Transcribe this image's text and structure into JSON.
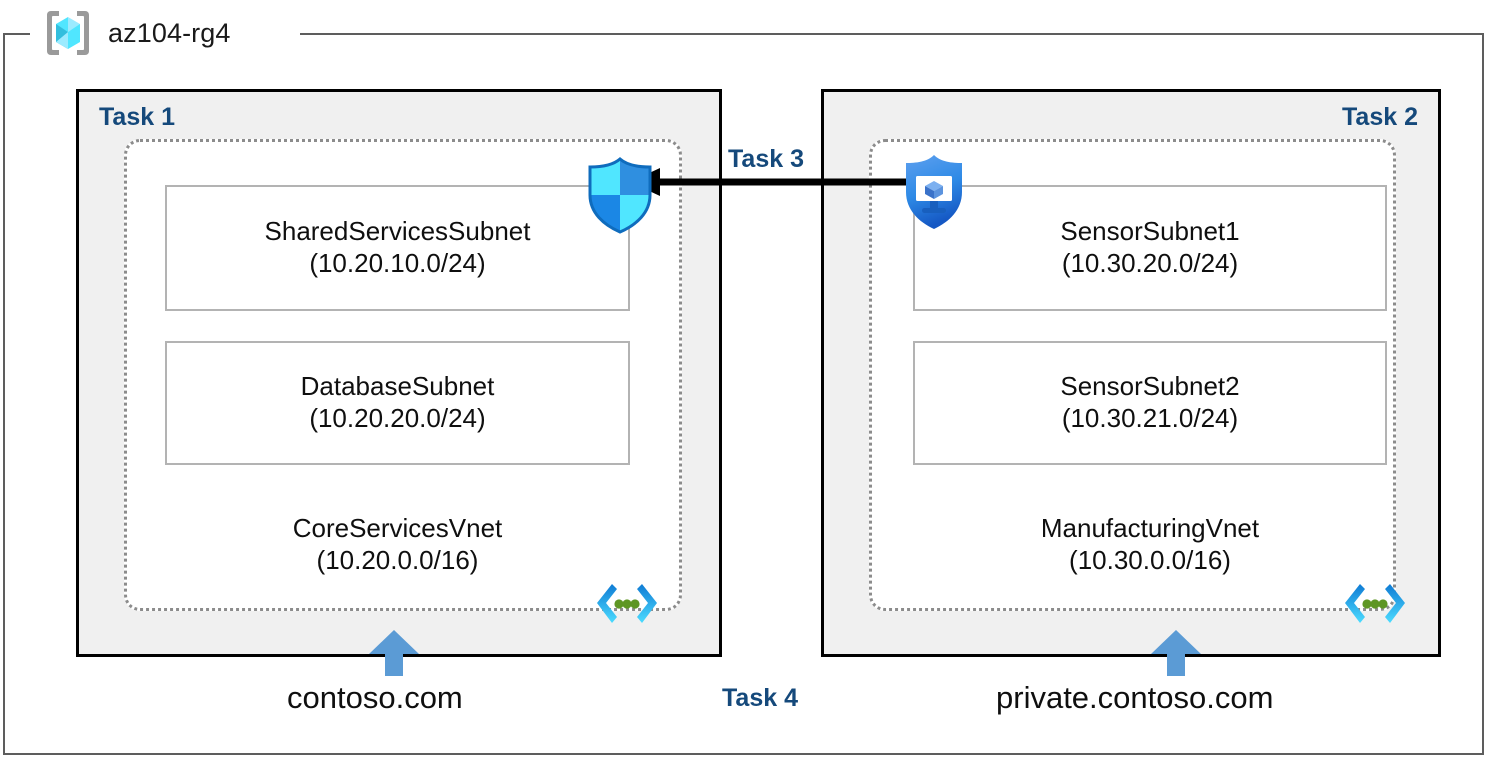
{
  "resource_group": {
    "name": "az104-rg4",
    "icon": "resource-group-cube-icon"
  },
  "panels": [
    {
      "id": "task1",
      "label": "Task 1",
      "vnet": {
        "name": "CoreServicesVnet",
        "cidr": "(10.20.0.0/16)",
        "icon": "virtual-network-icon",
        "subnets": [
          {
            "name": "SharedServicesSubnet",
            "cidr": "(10.20.10.0/24)"
          },
          {
            "name": "DatabaseSubnet",
            "cidr": "(10.20.20.0/24)"
          }
        ]
      },
      "dns": {
        "label": "contoso.com",
        "arrow_icon": "blue-up-arrow-icon"
      }
    },
    {
      "id": "task2",
      "label": "Task 2",
      "vnet": {
        "name": "ManufacturingVnet",
        "cidr": "(10.30.0.0/16)",
        "icon": "virtual-network-icon",
        "subnets": [
          {
            "name": "SensorSubnet1",
            "cidr": "(10.30.20.0/24)"
          },
          {
            "name": "SensorSubnet2",
            "cidr": "(10.30.21.0/24)"
          }
        ]
      },
      "dns": {
        "label": "private.contoso.com",
        "arrow_icon": "blue-up-arrow-icon"
      }
    }
  ],
  "connector": {
    "label": "Task 3",
    "direction": "right-to-left",
    "source_icon": "private-link-shield-icon",
    "target_icon": "network-security-group-shield-icon"
  },
  "task4": {
    "label": "Task 4"
  },
  "colors": {
    "task_label": "#15497b",
    "panel_fill": "#f0f0f0",
    "panel_border": "#000000",
    "vnet_dotted_border": "#8c8c8c",
    "subnet_border": "#b3b3b3",
    "frame_border": "#5d5d5d",
    "dns_arrow": "#5b9bd5",
    "connector_line": "#000000",
    "cube_cyan": "#50e6ff",
    "shield_blue": "#0078d4",
    "vnet_glyph_green": "#5e9624"
  }
}
